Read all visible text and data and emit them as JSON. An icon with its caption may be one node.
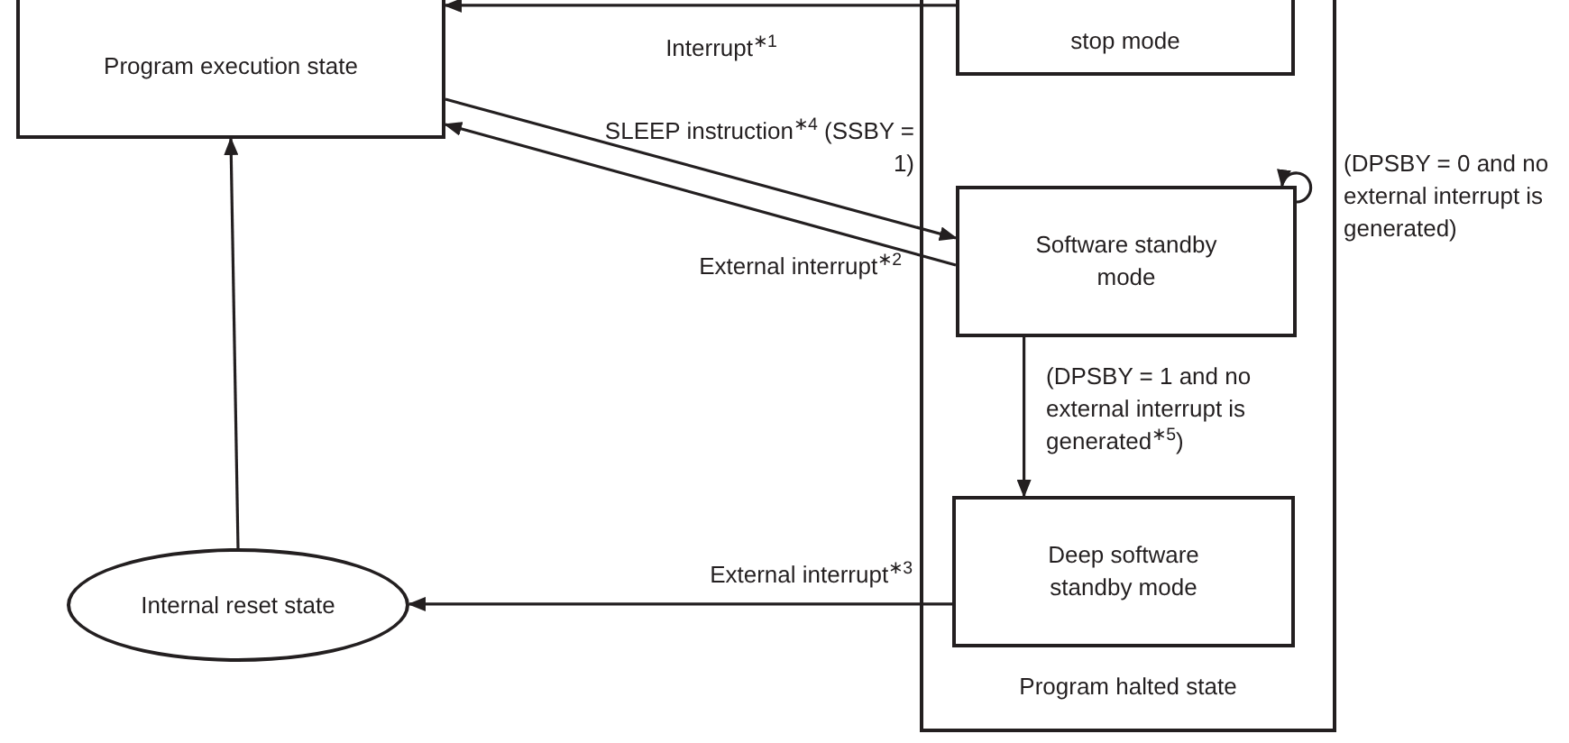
{
  "diagram": {
    "nodes": [
      {
        "text": [
          "Program execution state"
        ]
      },
      {
        "text": [
          "Program halted state"
        ]
      },
      {
        "text": [
          "stop mode"
        ],
        "in": 1
      },
      {
        "text": [
          "Software standby mode"
        ],
        "in": 1
      },
      {
        "text": [
          "Deep software standby mode"
        ],
        "in": 1
      },
      {
        "text": [
          "Internal reset state"
        ]
      }
    ],
    "edges": [
      {
        "from": 2,
        "to": 0,
        "arrow": "to",
        "label": "Interrupt$^{∗1}$"
      },
      {
        "from": 0,
        "to": 3,
        "arrow": "to",
        "label": "SLEEP instruction$^{∗4}$ (SSBY = 1)"
      },
      {
        "from": 3,
        "to": 0,
        "arrow": "to",
        "label": "External interrupt$^{∗2}$"
      },
      {
        "from": 3,
        "to": 3,
        "arrow": "to",
        "label": "(DPSBY = 0 and no external interrupt is generated)"
      },
      {
        "from": 3,
        "to": 4,
        "arrow": "to",
        "label": "(DPSBY = 1 and no external interrupt is generated$^{∗5}$)"
      },
      {
        "from": 4,
        "to": 5,
        "arrow": "to",
        "label": "External interrupt$^{∗3}$"
      },
      {
        "from": 5,
        "to": 0,
        "arrow": "to"
      }
    ]
  }
}
